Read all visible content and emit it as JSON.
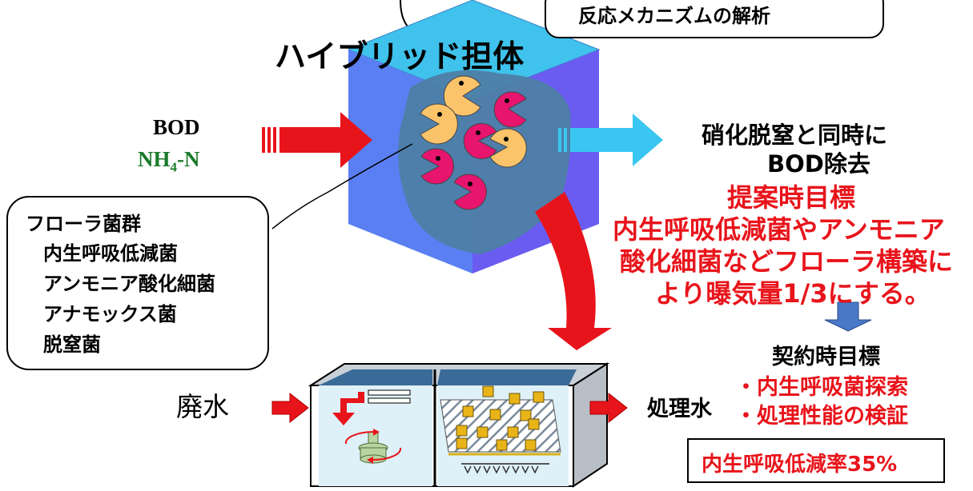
{
  "callout_top": {
    "text": "反応メカニズムの解析"
  },
  "carrier_title": "ハイブリッド担体",
  "input": {
    "bod": "BOD",
    "nh4_prefix": "NH",
    "nh4_sub": "4",
    "nh4_suffix": "-N"
  },
  "output_text": {
    "line1": "硝化脱窒と同時に",
    "line2": "BOD除去"
  },
  "proposal": {
    "title": "提案時目標",
    "lines": [
      "内生呼吸低減菌やアンモニア",
      "酸化細菌などフローラ構築に",
      "より曝気量1/3にする。"
    ]
  },
  "flora": {
    "title": "フローラ菌群",
    "items": [
      "内生呼吸低減菌",
      "アンモニア酸化細菌",
      "アナモックス菌",
      "脱窒菌"
    ]
  },
  "contract": {
    "title": "契約時目標",
    "items": [
      "・内生呼吸菌探索",
      "・処理性能の検証"
    ]
  },
  "tank": {
    "inlet_label": "廃水",
    "outlet_label": "処理水"
  },
  "result_box": {
    "text": "内生呼吸低減率35%"
  },
  "colors": {
    "red": "#e8141b",
    "cyan": "#39c6f0",
    "cube_top": "#3fc2ec",
    "cube_front": "#5a7ff2",
    "cube_side": "#6a5cf0",
    "blue_arrow": "#4a78c8",
    "green": "#1a7a2a",
    "pac_yellow": "#fcc46a",
    "pac_magenta": "#e8156f"
  }
}
